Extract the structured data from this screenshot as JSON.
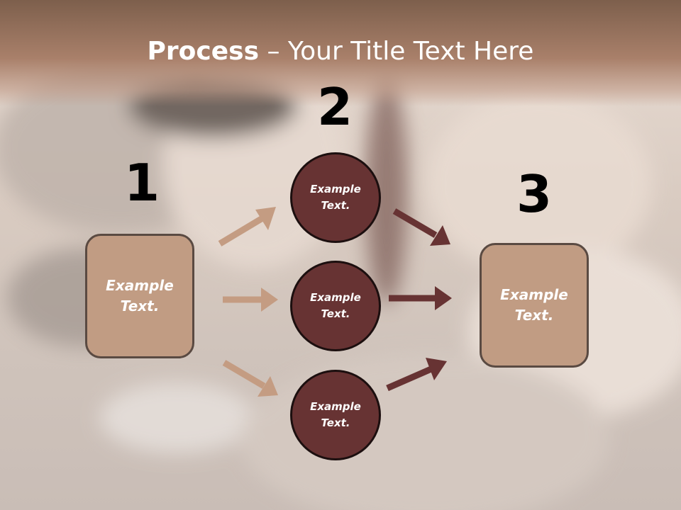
{
  "title": {
    "bold": "Process",
    "rest": " – Your Title Text Here"
  },
  "steps": {
    "n1": "1",
    "n2": "2",
    "n3": "3"
  },
  "left_box": {
    "label": "Example\nText."
  },
  "right_box": {
    "label": "Example\nText."
  },
  "circles": [
    {
      "label": "Example\nText."
    },
    {
      "label": "Example\nText."
    },
    {
      "label": "Example\nText."
    }
  ],
  "colors": {
    "box_fill": "#c19c83",
    "circle_fill": "#673333",
    "left_arrows": "#c49c82",
    "right_arrows": "#673333"
  }
}
